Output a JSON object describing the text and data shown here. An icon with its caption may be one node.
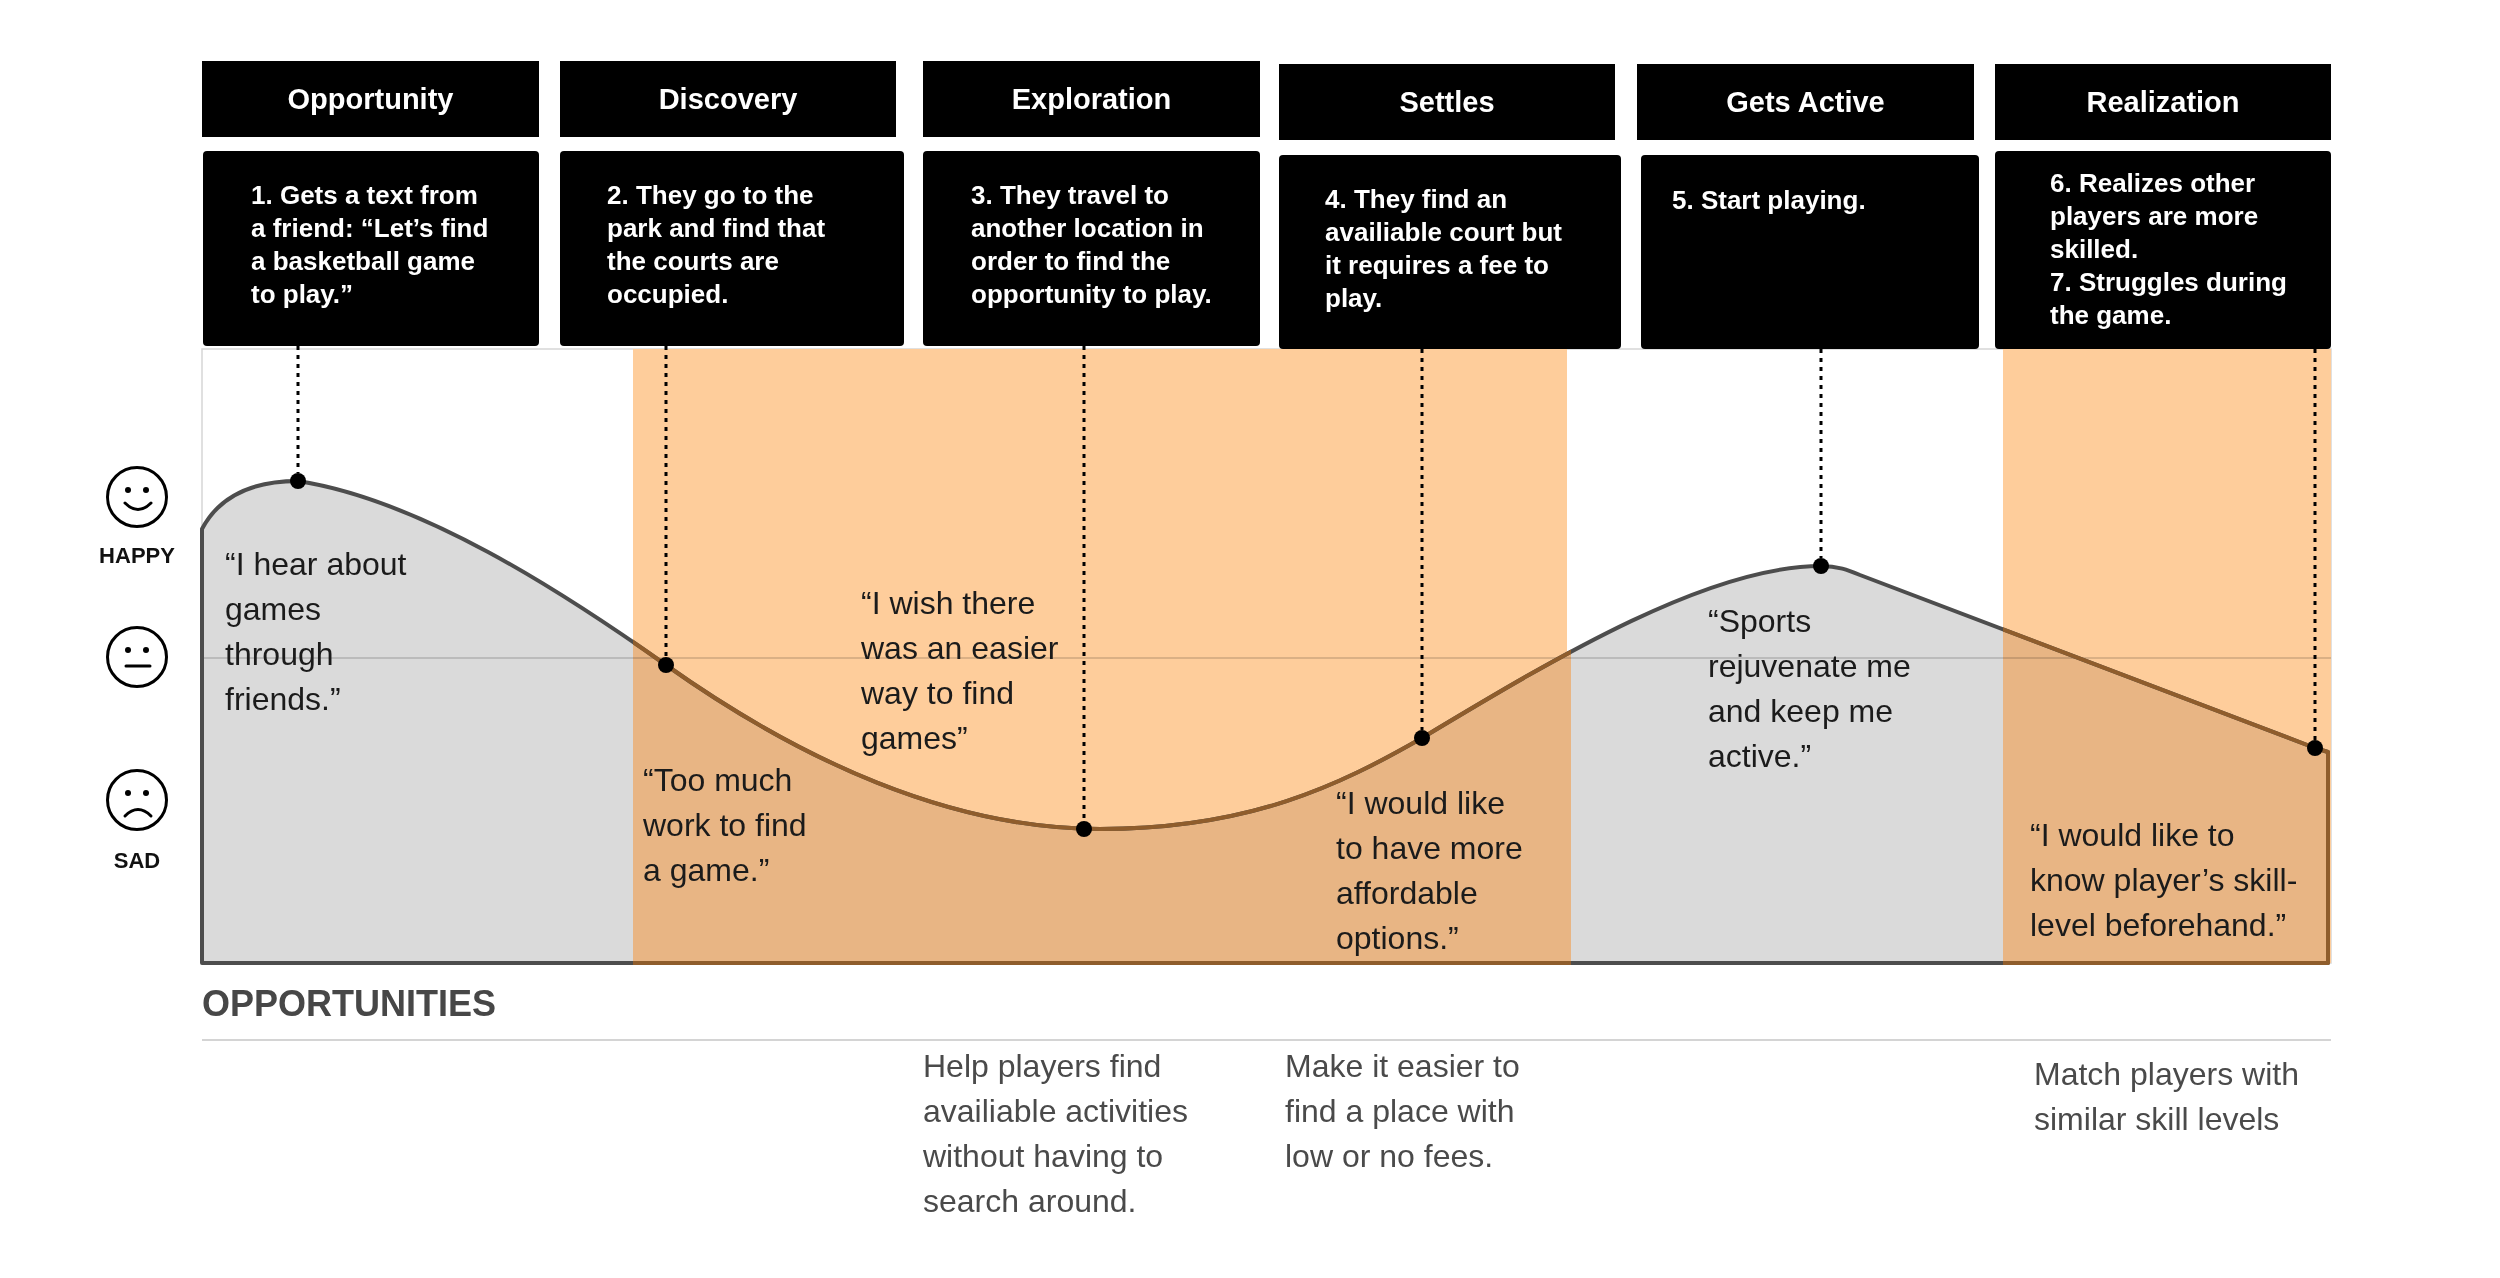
{
  "diagram": {
    "nodes": [
      {
        "text": [
          "Opportunity"
        ]
      },
      {
        "text": [
          "1. Gets a text from a friend: “Let’s find a basketball game to play.”"
        ]
      },
      {
        "text": [
          "Discovery"
        ]
      },
      {
        "text": [
          "2. They go to the park and find that the courts are occupied."
        ]
      },
      {
        "text": [
          "Exploration"
        ]
      },
      {
        "text": [
          "3. They travel to another location in order to find the opportunity to play."
        ]
      },
      {
        "text": [
          "Settles"
        ]
      },
      {
        "text": [
          "4. They find an availiable court but it requires a fee to play."
        ]
      },
      {
        "text": [
          "Gets Active"
        ]
      },
      {
        "text": [
          "5. Start playing."
        ]
      },
      {
        "text": [
          "Realization"
        ]
      },
      {
        "text": [
          "6. Realizes other players are more skilled.",
          "7. Struggles during the game."
        ]
      },
      {
        "text": [],
        "shape": "circle",
        "beside": [
          "“I hear about games through friends.”"
        ]
      },
      {
        "text": [],
        "shape": "circle",
        "beside": [
          "“Too much work to find a game.”"
        ]
      },
      {
        "text": [],
        "shape": "circle",
        "beside": [
          "“I wish there was an easier way to find games”"
        ]
      },
      {
        "text": [],
        "shape": "circle",
        "beside": [
          "“I would like to have more affordable options.”"
        ]
      },
      {
        "text": [],
        "shape": "circle",
        "beside": [
          "“Sports rejuvenate me and keep me active.”"
        ]
      },
      {
        "text": [],
        "shape": "circle",
        "beside": [
          "“I would like to know player’s skill-level beforehand.”"
        ]
      }
    ],
    "edges": [
      {
        "from": 1,
        "to": 12,
        "arrow": "none",
        "style": "dashed"
      },
      {
        "from": 3,
        "to": 13,
        "arrow": "none",
        "style": "dashed"
      },
      {
        "from": 5,
        "to": 14,
        "arrow": "none",
        "style": "dashed"
      },
      {
        "from": 7,
        "to": 15,
        "arrow": "none",
        "style": "dashed"
      },
      {
        "from": 9,
        "to": 16,
        "arrow": "none",
        "style": "dashed"
      },
      {
        "from": 11,
        "to": 17,
        "arrow": "none",
        "style": "dashed"
      }
    ],
    "labels": [
      "HAPPY",
      "SAD",
      "OPPORTUNITIES",
      "Help players find availiable activities without having to search around.",
      "Make it easier to find a place with low or no fees.",
      "Match players with similar skill levels"
    ]
  }
}
